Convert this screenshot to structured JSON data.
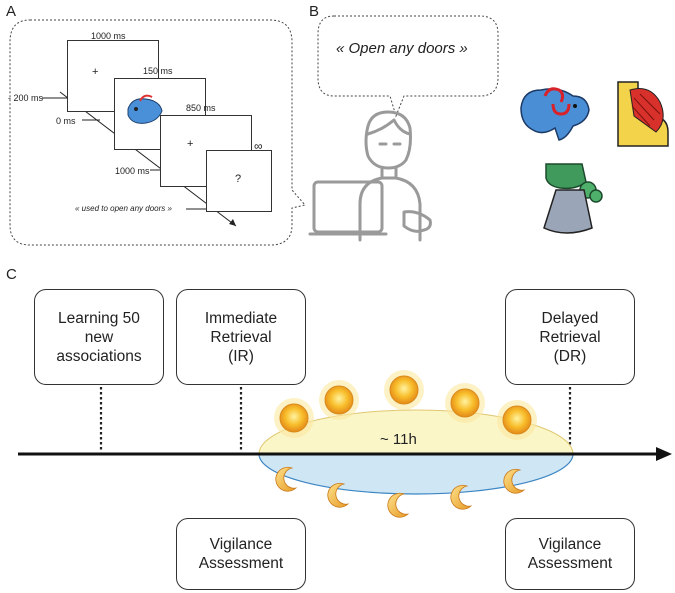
{
  "panels": {
    "a": "A",
    "b": "B",
    "c": "C"
  },
  "panel_a": {
    "frames": [
      {
        "duration": "1000 ms",
        "glyph": "+"
      },
      {
        "duration": "150 ms",
        "glyph": ""
      },
      {
        "duration": "850 ms",
        "glyph": "+"
      },
      {
        "duration": "∞",
        "glyph": "?"
      }
    ],
    "timeline_ticks": [
      "- 200 ms",
      "0 ms",
      "1000 ms"
    ],
    "cue_phrase": "«   used to open any doors  »"
  },
  "panel_b": {
    "speech": "« Open any doors »"
  },
  "panel_c": {
    "top_boxes": [
      {
        "text": "Learning 50\nnew\nassociations"
      },
      {
        "text": "Immediate\nRetrieval\n(IR)"
      },
      {
        "text": "Delayed\nRetrieval\n(DR)"
      }
    ],
    "bottom_boxes": [
      {
        "text": "Vigilance\nAssessment"
      },
      {
        "text": "Vigilance\nAssessment"
      }
    ],
    "duration_label": "~ 11h",
    "colors": {
      "day": "#fbf6c8",
      "night": "#cfe6f4",
      "sun": "#f5a623",
      "moon": "#f0b43c"
    }
  }
}
